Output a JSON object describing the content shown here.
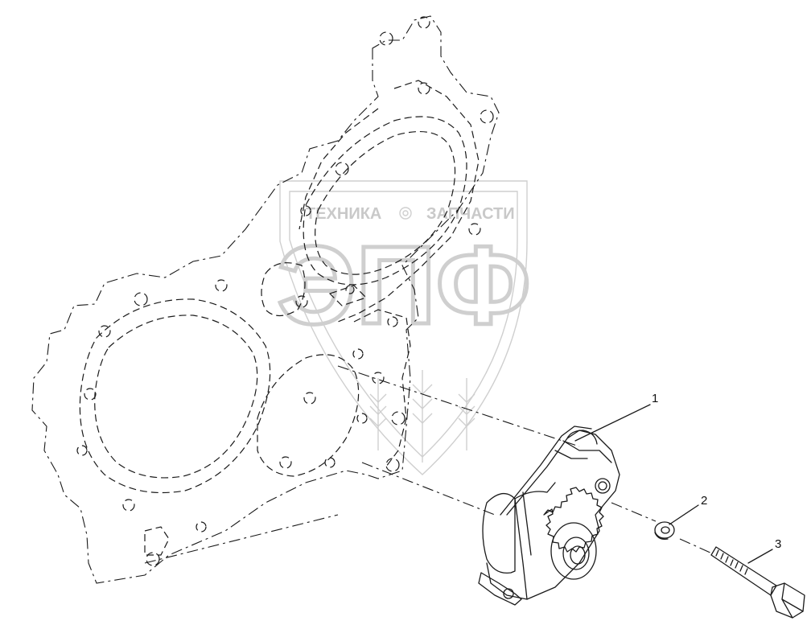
{
  "watermark": {
    "left_text": "ТЕХНИКА",
    "right_text": "ЗАПЧАСТИ",
    "emblem_text": "ЭПФ",
    "gear_icon": "gear-icon"
  },
  "callouts": [
    {
      "id": "1"
    },
    {
      "id": "2"
    },
    {
      "id": "3"
    }
  ]
}
